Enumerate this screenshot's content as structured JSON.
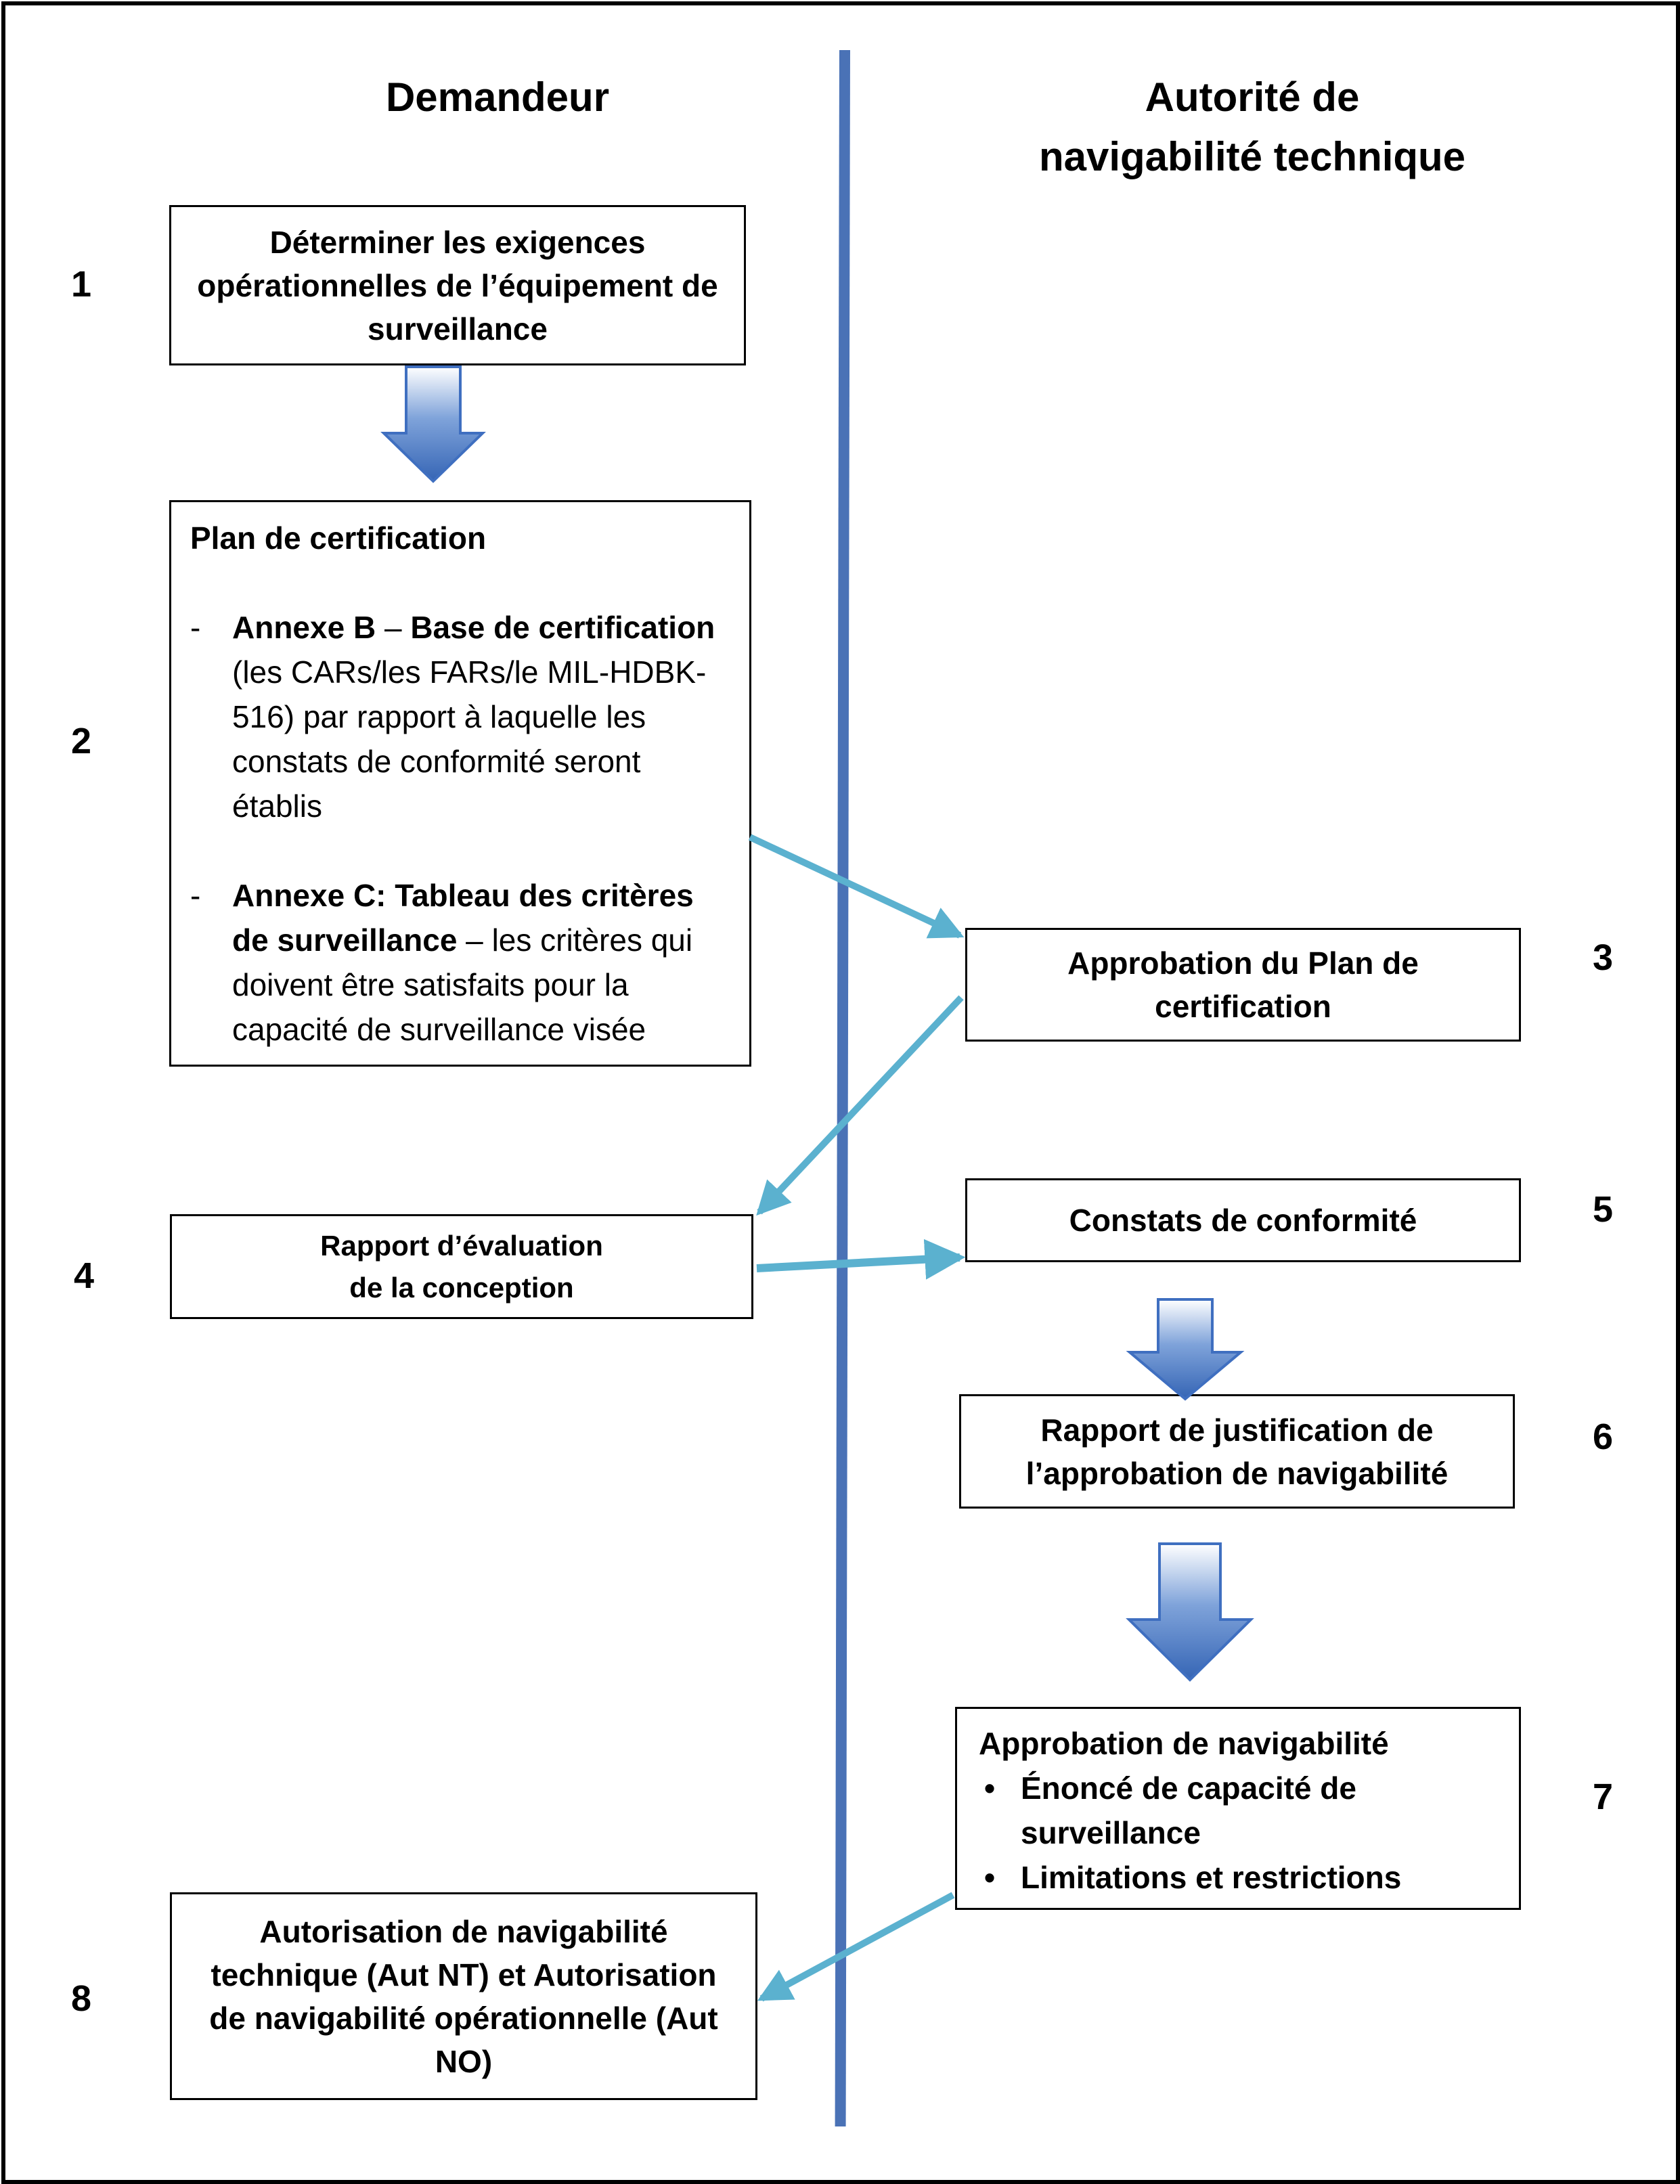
{
  "columns": {
    "left": "Demandeur",
    "right_line1": "Autorité de",
    "right_line2": "navigabilité technique"
  },
  "steps": {
    "s1": {
      "number": "1",
      "text": "Déterminer les exigences opérationnelles de l’équipement de surveillance"
    },
    "s2": {
      "number": "2",
      "heading": "Plan de certification",
      "items": [
        {
          "dash": "-",
          "bold1": "Annexe B",
          "sep": " – ",
          "bold2": "Base de certification",
          "rest": " (les CARs/les FARs/le MIL-HDBK-516) par rapport à laquelle les constats de conformité seront établis"
        },
        {
          "dash": "-",
          "bold1": "Annexe C: Tableau des critères de surveillance",
          "sep": " – ",
          "rest": "les critères qui doivent être satisfaits pour la capacité de surveillance visée"
        }
      ]
    },
    "s3": {
      "number": "3",
      "text": "Approbation du Plan de certification"
    },
    "s4": {
      "number": "4",
      "line1": "Rapport d’évaluation",
      "line2": "de la conception"
    },
    "s5": {
      "number": "5",
      "text": "Constats de conformité"
    },
    "s6": {
      "number": "6",
      "text": "Rapport de justification de l’approbation de navigabilité"
    },
    "s7": {
      "number": "7",
      "heading": "Approbation de navigabilité",
      "bullet": "•",
      "items": [
        "Énoncé de capacité de surveillance",
        "Limitations et restrictions"
      ]
    },
    "s8": {
      "number": "8",
      "text": "Autorisation de navigabilité technique (Aut NT) et Autorisation de navigabilité opérationnelle (Aut NO)"
    }
  },
  "colors": {
    "divider": "#4a72b6",
    "block_arrow": "#3f6fc0",
    "connector": "#5bb1cf"
  }
}
